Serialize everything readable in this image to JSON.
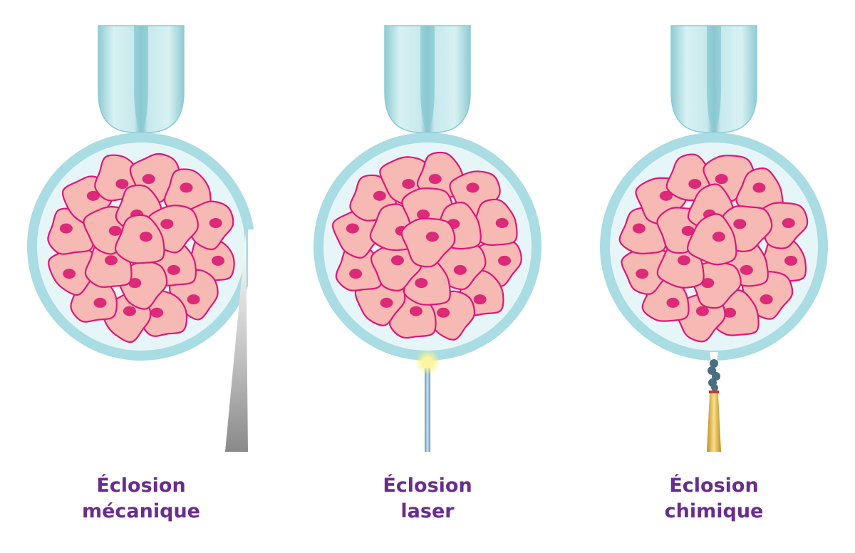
{
  "panels": [
    {
      "id": "mechanical",
      "title": "Éclosion",
      "subtitle": "mécanique",
      "tool": "needle"
    },
    {
      "id": "laser",
      "title": "Éclosion",
      "subtitle": "laser",
      "tool": "laser"
    },
    {
      "id": "chemical",
      "title": "Éclosion",
      "subtitle": "chimique",
      "tool": "acid-pipette"
    }
  ],
  "colors": {
    "label": "#6a2c8e",
    "zona": "#a9dce3",
    "perivitelline": "#e6f6f8",
    "cell_fill": "#f7b9b3",
    "cell_border": "#e0157a",
    "nucleus": "#d81b72",
    "holding_pipette": "#bfe6ea",
    "laser_glow": "#f4f27a",
    "acid_smoke": "#4a6f80",
    "acid_pipette": "#e0b64a"
  }
}
